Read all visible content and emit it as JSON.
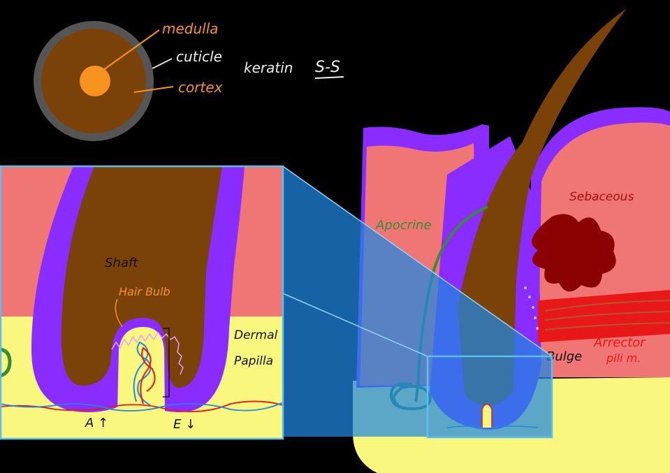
{
  "cross_section": {
    "medulla": "medulla",
    "cuticle": "cuticle",
    "cortex": "cortex"
  },
  "note": {
    "keratin": "keratin",
    "bond": "S-S"
  },
  "skin_labels": {
    "apocrine": "Apocrine",
    "sebaceous": "Sebaceous",
    "bulge": "Bulge",
    "arrector_line1": "Arrector",
    "arrector_line2": "pili m."
  },
  "zoom_labels": {
    "shaft": "Shaft",
    "hair_bulb": "Hair Bulb",
    "dermal_line1": "Dermal",
    "dermal_line2": "Papilla",
    "a_up": "A ↑",
    "e_down": "E ↓"
  },
  "colors": {
    "background": "#000000",
    "hair_brown": "#7a4208",
    "medulla_orange": "#f7931e",
    "cuticle_gray": "#555555",
    "dermis_pink": "#f07575",
    "hypodermis_yellow": "#f9f77e",
    "sheath_purple": "#8a2cff",
    "magnify_blue": "#1e88e5",
    "frame_blue": "#5bc0f0",
    "sebaceous_red": "#8b0000",
    "arrector_red": "#e81818",
    "apocrine_green": "#3a8a3a"
  }
}
